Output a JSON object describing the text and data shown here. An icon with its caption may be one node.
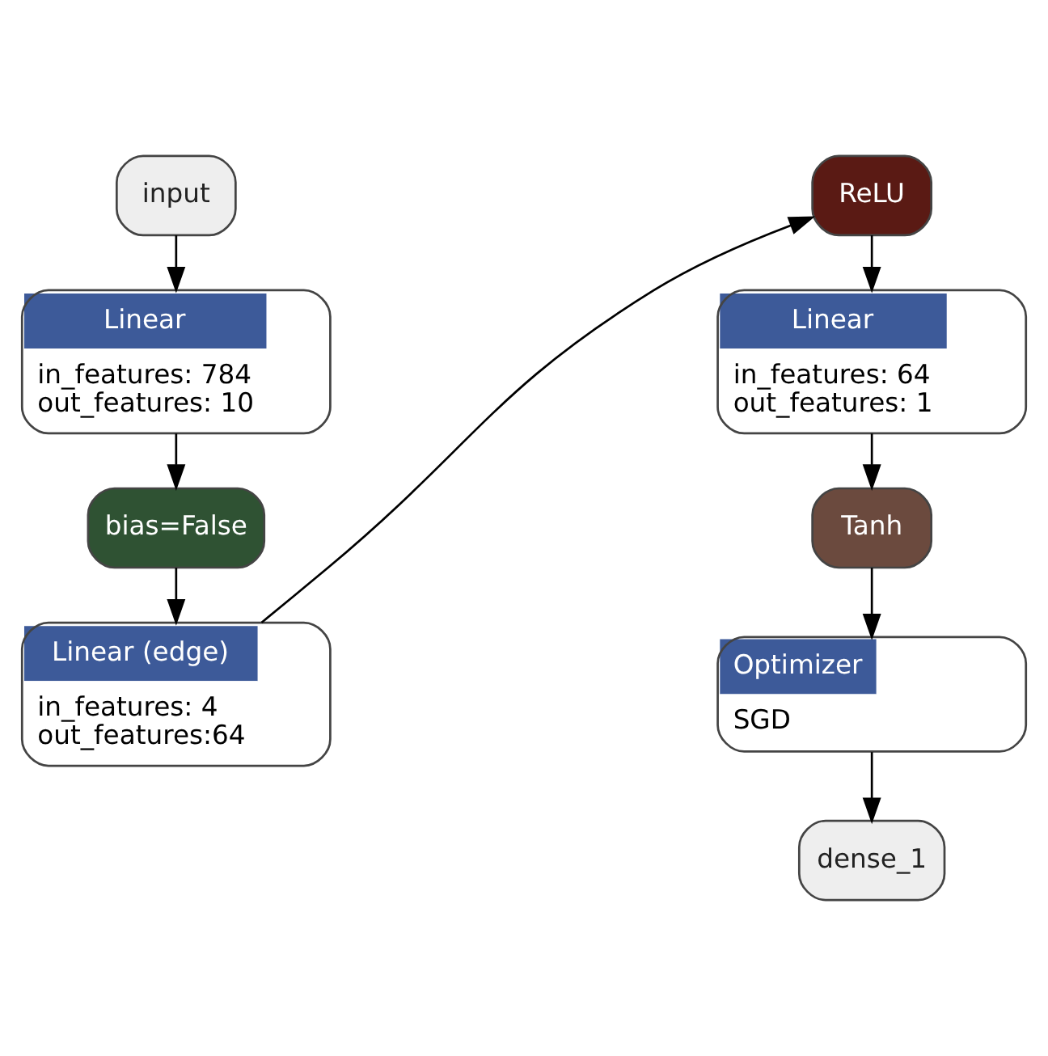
{
  "diagram": {
    "nodes": [
      {
        "text": [
          "input"
        ]
      },
      {
        "text": [
          "Linear",
          "in_features: 784",
          "out_features: 10"
        ]
      },
      {
        "text": [
          "bias=False"
        ]
      },
      {
        "text": [
          "Linear (edge)",
          "in_features: 4",
          "out_features:64"
        ]
      },
      {
        "text": [
          "ReLU"
        ]
      },
      {
        "text": [
          "Linear",
          "in_features: 64",
          "out_features: 1"
        ]
      },
      {
        "text": [
          "Tanh"
        ]
      },
      {
        "text": [
          "Optimizer",
          "SGD"
        ]
      },
      {
        "text": [
          "dense_1"
        ]
      }
    ],
    "edges": [
      {
        "from": 0,
        "to": 1,
        "arrow": "to"
      },
      {
        "from": 1,
        "to": 2,
        "arrow": "to"
      },
      {
        "from": 2,
        "to": 3,
        "arrow": "to"
      },
      {
        "from": 3,
        "to": 4,
        "arrow": "to"
      },
      {
        "from": 4,
        "to": 5,
        "arrow": "to"
      },
      {
        "from": 5,
        "to": 6,
        "arrow": "to"
      },
      {
        "from": 6,
        "to": 7,
        "arrow": "to"
      },
      {
        "from": 7,
        "to": 8,
        "arrow": "to"
      }
    ]
  }
}
